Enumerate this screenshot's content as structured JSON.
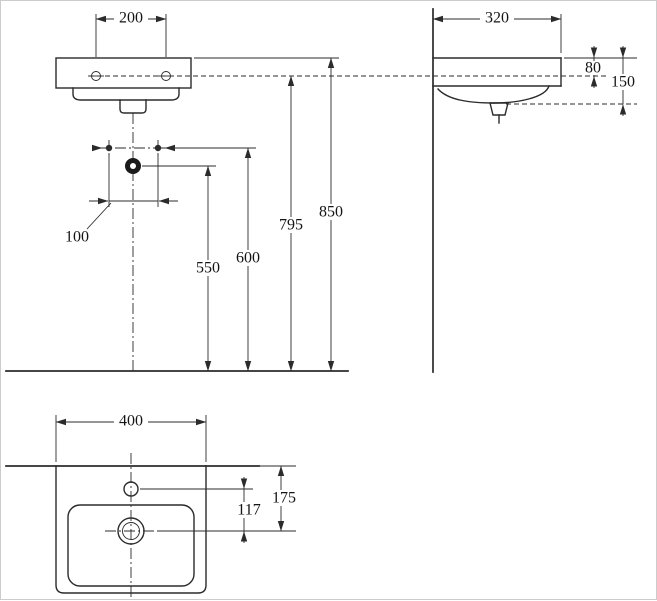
{
  "drawing_type": "washbasin installation dimensions",
  "colors": {
    "line": "#2b2b2b",
    "background": "#ffffff"
  },
  "front_view": {
    "hole_spacing": "200",
    "tap_hole_spacing": "100",
    "drain_height": "550",
    "tap_height": "600",
    "fixing_hole_height": "795",
    "rim_height": "850"
  },
  "side_view": {
    "depth": "320",
    "rim_to_fixing": "80",
    "rim_to_bottom": "150"
  },
  "top_view": {
    "width": "400",
    "tap_to_drain": "117",
    "wall_to_drain": "175"
  }
}
